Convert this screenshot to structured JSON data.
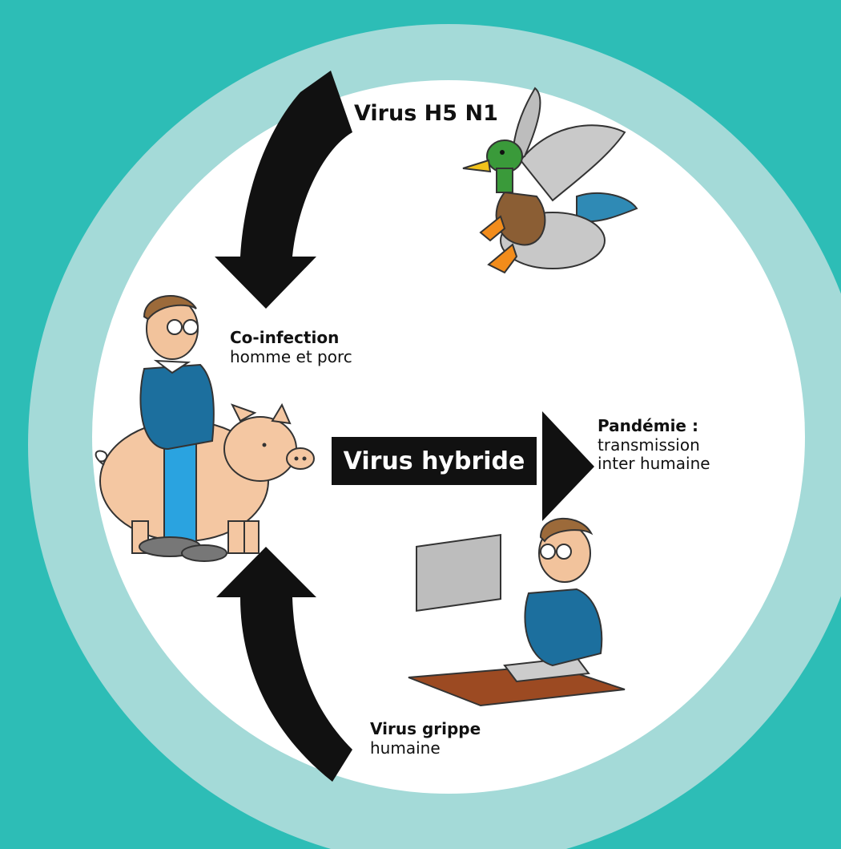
{
  "colors": {
    "background": "#2dbdb6",
    "ring": "#a4dad8",
    "inner": "#ffffff",
    "arrow": "#111111"
  },
  "labels": {
    "h5n1": "Virus H5 N1",
    "coinfection_title": "Co-infection",
    "coinfection_sub": "homme et porc",
    "hybrid": "Virus hybride",
    "pandemie_title": "Pandémie :",
    "pandemie_line1": "transmission",
    "pandemie_line2": "inter humaine",
    "grippe_title": "Virus grippe",
    "grippe_sub": "humaine"
  },
  "illustrations": [
    "duck",
    "man-with-pig",
    "man-at-computer"
  ]
}
